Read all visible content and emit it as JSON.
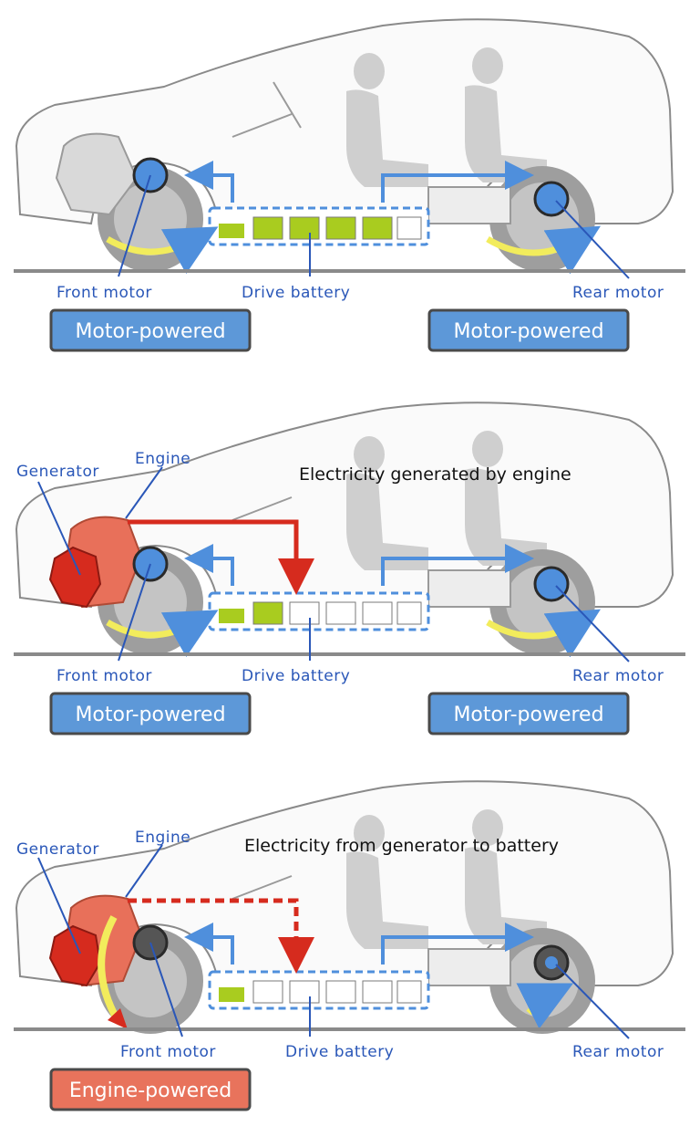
{
  "colors": {
    "blue": "#4f8fdc",
    "blue_dark": "#2a57b8",
    "red": "#d62b1e",
    "engine_orange": "#e8705a",
    "battery_green": "#a9cc1f",
    "yellow": "#f2ec5c",
    "badge_motor": "#5d98d8",
    "badge_engine": "#e8735c"
  },
  "panels": [
    {
      "caption": "",
      "engine_active": false,
      "labels": {
        "front_motor": "Front motor",
        "drive_battery": "Drive battery",
        "rear_motor": "Rear motor"
      },
      "badges": [
        "Motor-powered",
        "Motor-powered"
      ],
      "battery_cells_charged": 5
    },
    {
      "caption": "Electricity generated by engine",
      "engine_active": true,
      "labels": {
        "generator": "Generator",
        "engine": "Engine",
        "front_motor": "Front motor",
        "drive_battery": "Drive battery",
        "rear_motor": "Rear motor"
      },
      "badges": [
        "Motor-powered",
        "Motor-powered"
      ],
      "battery_cells_charged": 2
    },
    {
      "caption": "Electricity from generator to battery",
      "engine_active": true,
      "labels": {
        "generator": "Generator",
        "engine": "Engine",
        "front_motor": "Front motor",
        "drive_battery": "Drive battery",
        "rear_motor": "Rear motor"
      },
      "badges": [
        "Engine-powered"
      ],
      "battery_cells_charged": 1
    }
  ]
}
